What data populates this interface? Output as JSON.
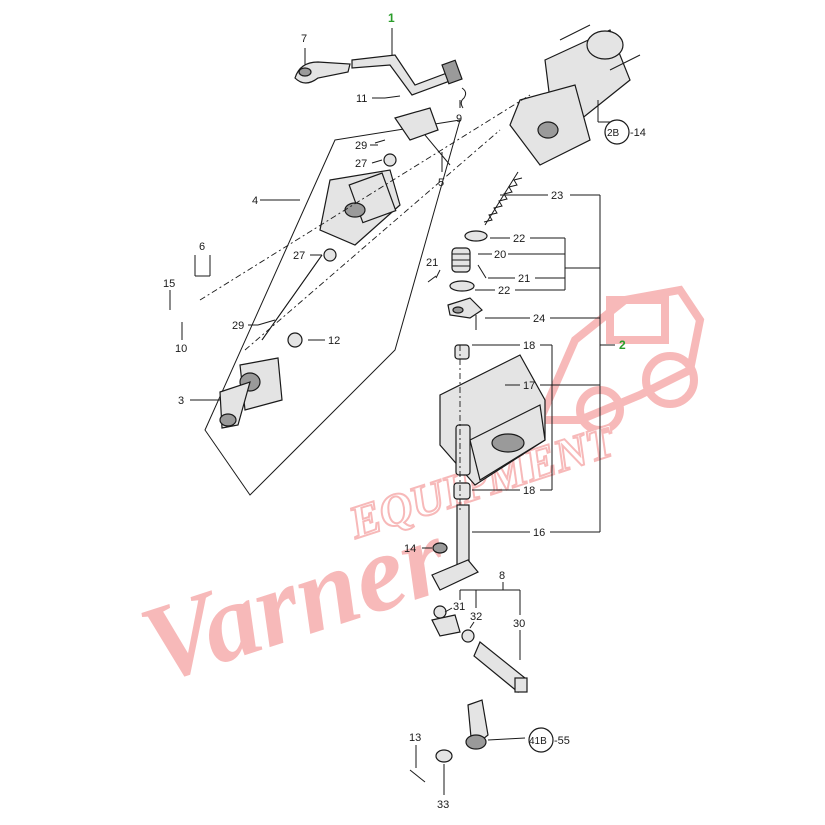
{
  "callouts": {
    "c1": "1",
    "c2": "2",
    "c3": "3",
    "c4": "4",
    "c5": "5",
    "c6": "6",
    "c7": "7",
    "c8": "8",
    "c9": "9",
    "c10": "10",
    "c11": "11",
    "c12": "12",
    "c13": "13",
    "c14": "14",
    "c15": "15",
    "c16": "16",
    "c17": "17",
    "c18a": "18",
    "c18b": "18",
    "c20": "20",
    "c21a": "21",
    "c21b": "21",
    "c22a": "22",
    "c22b": "22",
    "c23": "23",
    "c24": "24",
    "c27a": "27",
    "c27b": "27",
    "c29a": "29",
    "c29b": "29",
    "c30": "30",
    "c31": "31",
    "c32": "32",
    "c33": "33"
  },
  "references": {
    "ref_2b": "2B",
    "ref_2b_num": "-14",
    "ref_41b": "41B",
    "ref_41b_num": "-55"
  },
  "watermark": {
    "script": "Varner",
    "block": "EQUIPMENT"
  },
  "colors": {
    "callout_highlight": "#2a9d2a",
    "watermark": "#f08080",
    "line": "#1a1a1a"
  }
}
